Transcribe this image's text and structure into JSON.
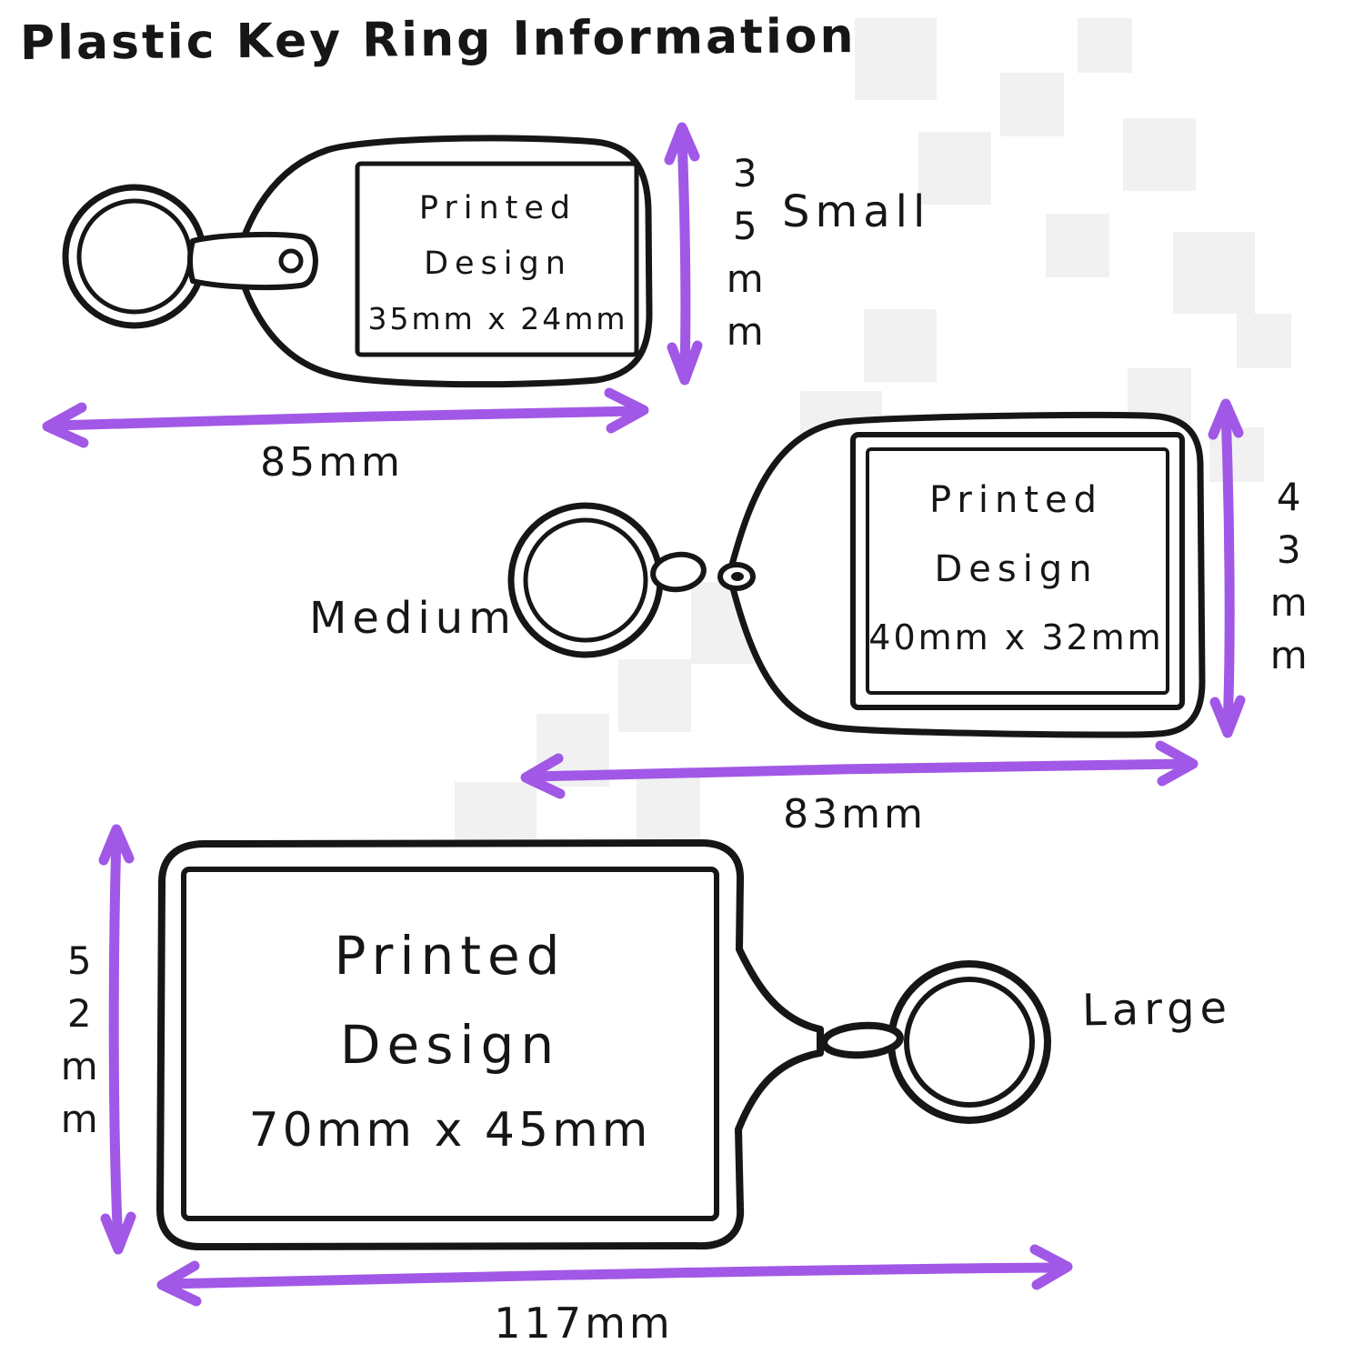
{
  "title": "Plastic Key Ring Information",
  "colors": {
    "ink": "#161616",
    "accent": "#a158e6",
    "watermark": "#f1f1f1"
  },
  "keyrings": [
    {
      "name": "Small",
      "printed_line1": "Printed",
      "printed_line2": "Design",
      "design_size": "35mm x 24mm",
      "height": "35mm",
      "width": "85mm"
    },
    {
      "name": "Medium",
      "printed_line1": "Printed",
      "printed_line2": "Design",
      "design_size": "40mm x 32mm",
      "height": "43mm",
      "width": "83mm"
    },
    {
      "name": "Large",
      "printed_line1": "Printed",
      "printed_line2": "Design",
      "design_size": "70mm x 45mm",
      "height": "52mm",
      "width": "117mm"
    }
  ]
}
